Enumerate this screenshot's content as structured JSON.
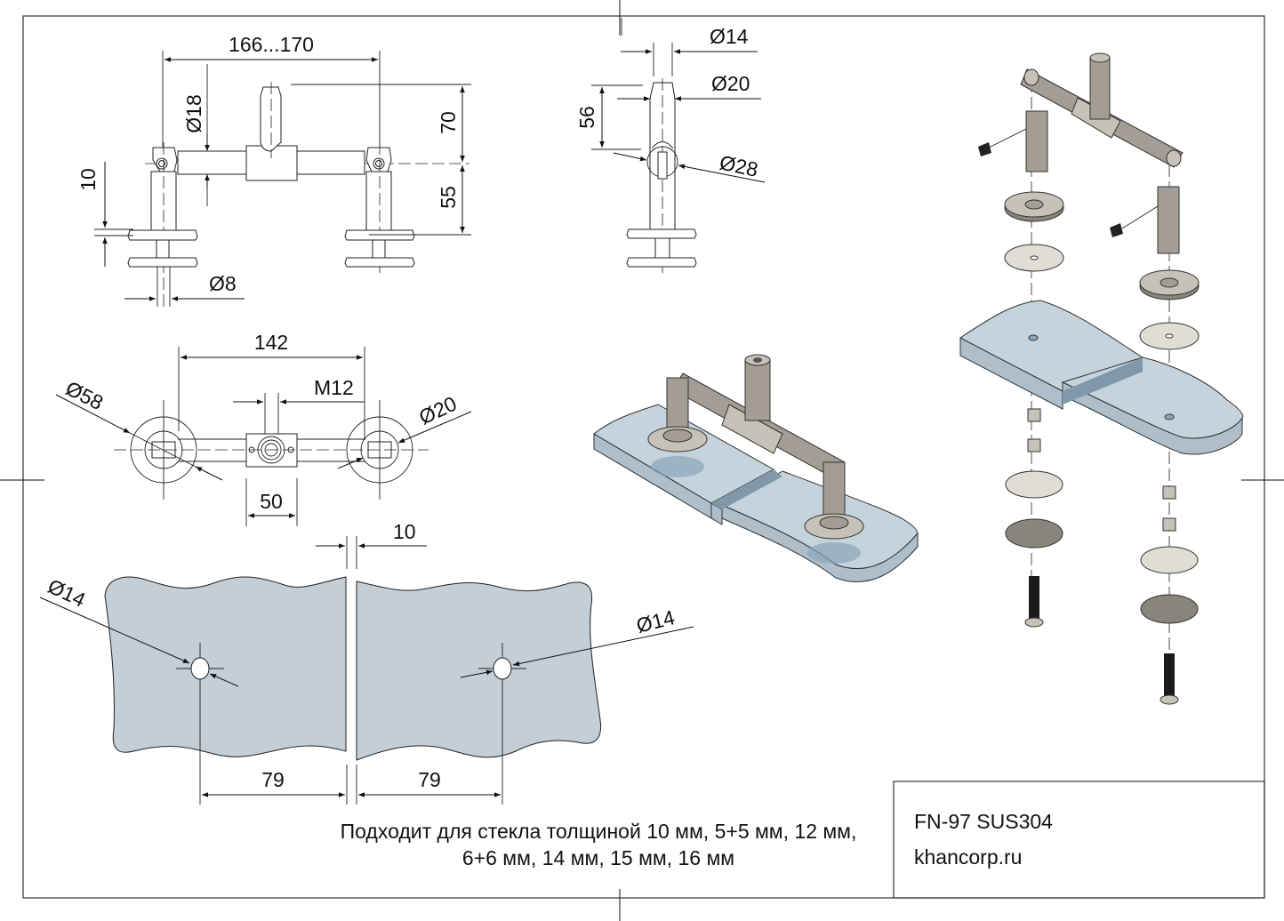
{
  "drawing": {
    "product_code": "FN-97 SUS304",
    "website": "khancorp.ru",
    "note_line1": "Подходит для стекла толщиной 10 мм, 5+5 мм, 12 мм,",
    "note_line2": "6+6 мм, 14 мм, 15 мм, 16 мм"
  },
  "front_view": {
    "dim_width": "166...170",
    "dim_rod_diameter": "Ø18",
    "dim_height_top": "70",
    "dim_height_bottom": "55",
    "dim_glass_gap": "10",
    "dim_bolt_diameter": "Ø8"
  },
  "side_view": {
    "dim_tip_diameter": "Ø14",
    "dim_post_diameter": "Ø20",
    "dim_post_height": "56",
    "dim_tee_diameter": "Ø28"
  },
  "top_view": {
    "dim_span": "142",
    "dim_thread": "M12",
    "dim_disc_diameter": "Ø58",
    "dim_post_diameter": "Ø20",
    "dim_tee_length": "50"
  },
  "glass_layout": {
    "dim_gap": "10",
    "dim_hole_left": "Ø14",
    "dim_hole_right": "Ø14",
    "dim_offset_left": "79",
    "dim_offset_right": "79"
  }
}
